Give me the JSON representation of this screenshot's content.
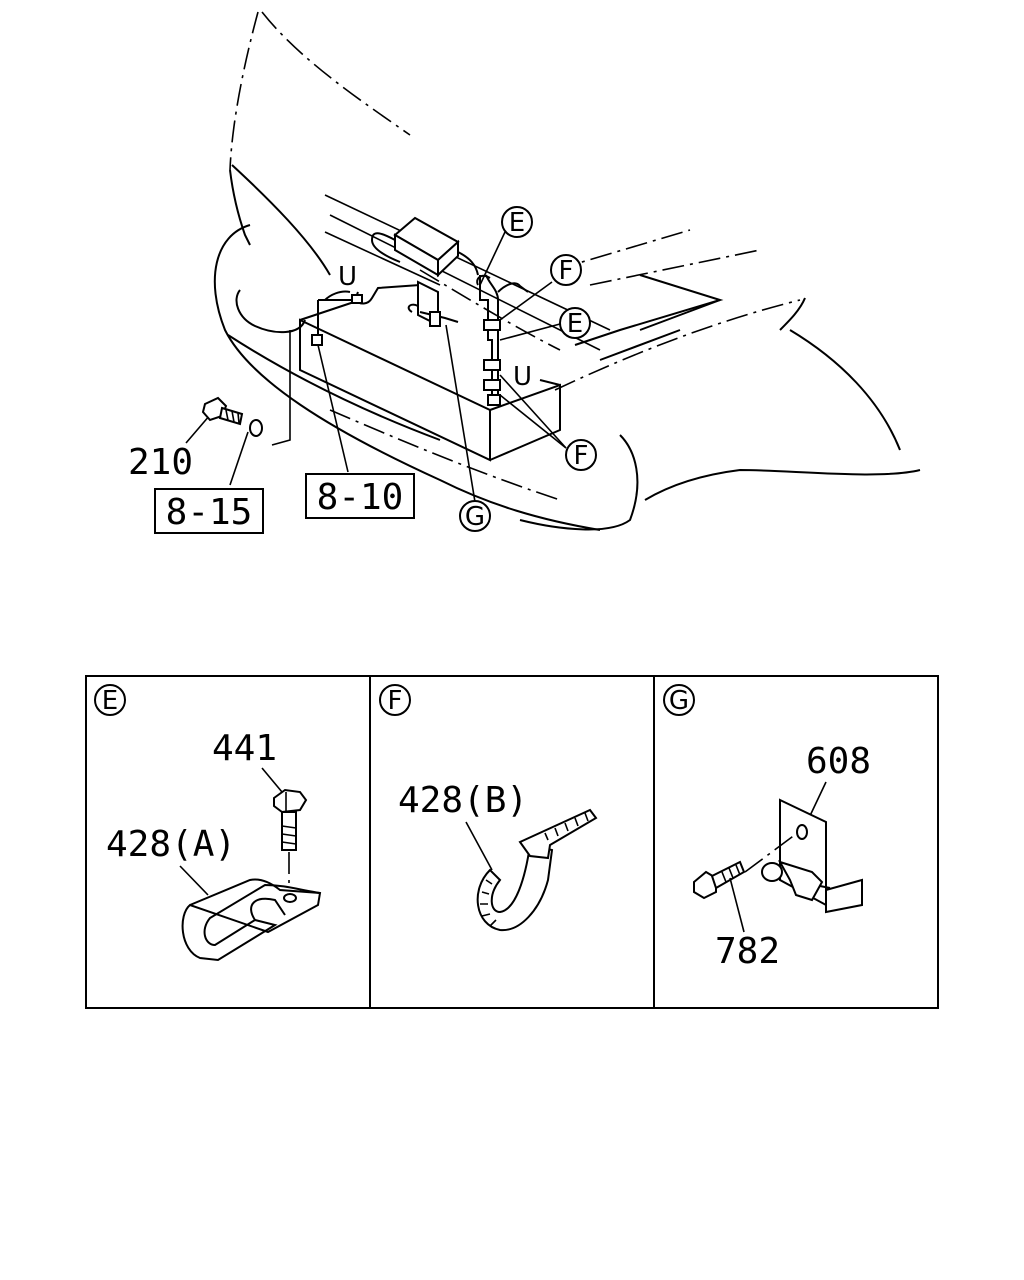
{
  "main_view": {
    "callouts": {
      "e_top": "E",
      "f_top": "F",
      "e_mid": "E",
      "f_bottom": "F",
      "g": "G"
    },
    "u_marks": [
      "U",
      "U"
    ],
    "part_labels": {
      "bolt": "210"
    },
    "ref_boxes": {
      "left": "8-15",
      "right": "8-10"
    }
  },
  "detail_panels": [
    {
      "id": "E",
      "parts": [
        "441",
        "428(A)"
      ]
    },
    {
      "id": "F",
      "parts": [
        "428(B)"
      ]
    },
    {
      "id": "G",
      "parts": [
        "608",
        "782"
      ]
    }
  ]
}
